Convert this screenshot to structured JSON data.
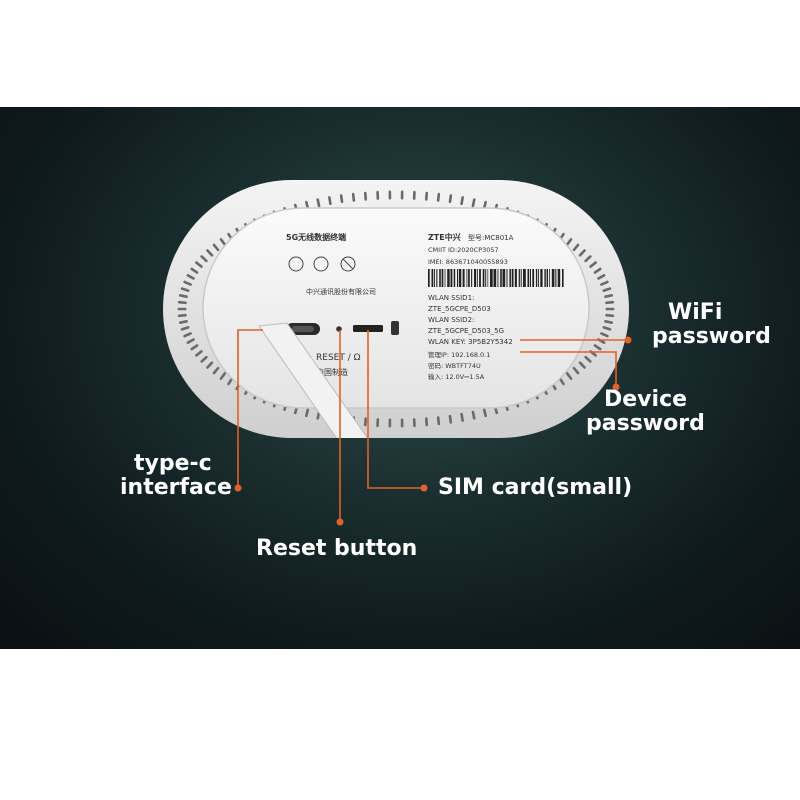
{
  "device_label": {
    "model_cn": "5G无线数据终端",
    "company_cn": "中兴通讯股份有限公司",
    "brand": "ZTE中兴",
    "model_no": "型号:MC801A",
    "cmiit": "CMIIT ID:2020CP3057",
    "imei": "IMEI: 863671040055893",
    "ssid1_label": "WLAN SSID1:",
    "ssid1_value": "ZTE_5GCPE_D503",
    "ssid2_label": "WLAN SSID2:",
    "ssid2_value": "ZTE_5GCPE_D503_5G",
    "wlan_key": "WLAN KEY: 3P5B2Y5342",
    "admin_ip": "管理IP: 192.168.0.1",
    "admin_pwd": "密码: WBTFT74U",
    "power_input": "输入: 12.0V⎓1.5A",
    "reset_text": "RESET / Ω",
    "made_in": "中国制造"
  },
  "annotations": {
    "wifi_password": [
      "WiFi",
      "password"
    ],
    "device_password": [
      "Device",
      "password"
    ],
    "type_c": [
      "type-c",
      "interface"
    ],
    "sim_card": "SIM card(small)",
    "reset_button": "Reset button"
  },
  "colors": {
    "accent": "#e0612a",
    "background": "#15252a"
  }
}
